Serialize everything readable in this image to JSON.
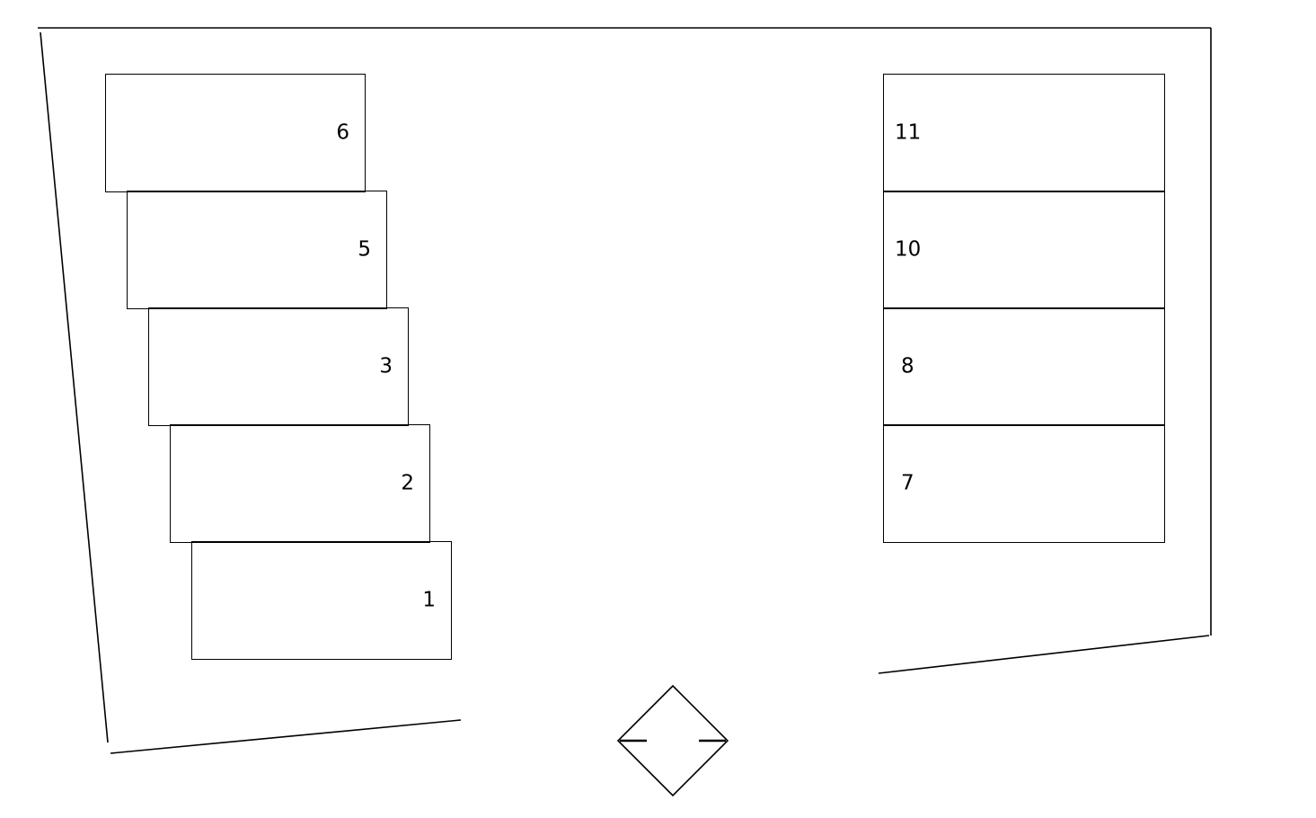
{
  "colors": {
    "line": "#000000",
    "background": "#ffffff"
  },
  "parking_lot": {
    "left_row": [
      {
        "label": "6"
      },
      {
        "label": "5"
      },
      {
        "label": "3"
      },
      {
        "label": "2"
      },
      {
        "label": "1"
      }
    ],
    "right_row": [
      {
        "label": "11"
      },
      {
        "label": "10"
      },
      {
        "label": "8"
      },
      {
        "label": "7"
      }
    ]
  },
  "entrance_symbol": "diamond-entrance-icon"
}
